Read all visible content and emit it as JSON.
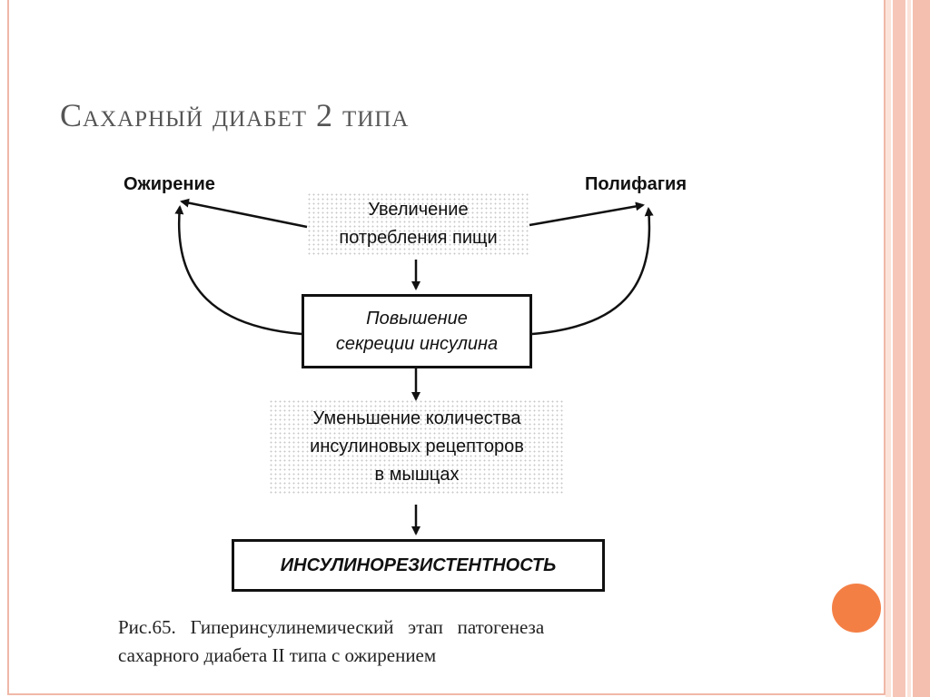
{
  "slide": {
    "title": "Сахарный диабет 2 типа"
  },
  "diagram": {
    "obesity": "Ожирение",
    "polyphagia": "Полифагия",
    "food_intake": {
      "line1": "Увеличение",
      "line2": "потребления пищи"
    },
    "insulin_secretion": {
      "line1": "Повышение",
      "line2": "секреции инсулина"
    },
    "receptors": {
      "line1": "Уменьшение количества",
      "line2": "инсулиновых рецепторов",
      "line3": "в мышцах"
    },
    "resistance": "ИНСУЛИНОРЕЗИСТЕНТНОСТЬ"
  },
  "caption": {
    "line1": "Рис.65.   Гиперинсулинемический   этап   патогенеза",
    "line2": "сахарного диабета II типа с ожирением"
  },
  "colors": {
    "accent": "#f47f45",
    "frame": "#f0b8a8",
    "title": "#555555"
  }
}
